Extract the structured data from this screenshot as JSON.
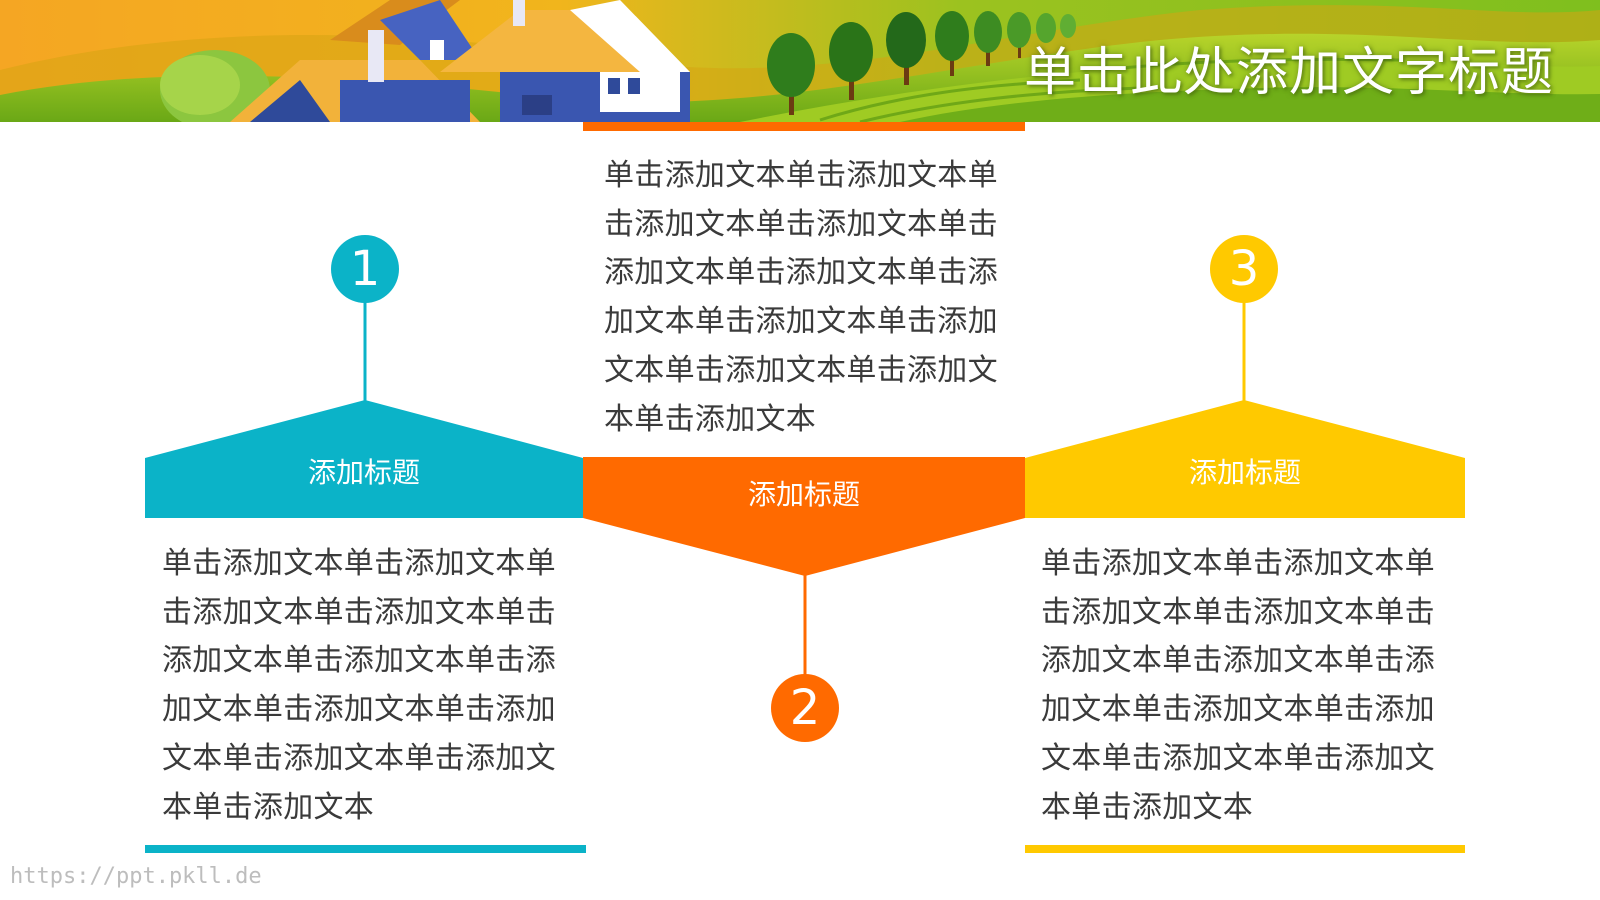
{
  "slide": {
    "title": "单击此处添加文字标题",
    "footer_url": "https://ppt.pkll.de"
  },
  "colors": {
    "teal": "#0BB3C8",
    "orange": "#FF6A00",
    "yellow": "#FFC900",
    "text": "#3A3A3A"
  },
  "items": [
    {
      "number": "1",
      "heading": "添加标题",
      "body": "单击添加文本单击添加文本单击添加文本单击添加文本单击添加文本单击添加文本单击添加文本单击添加文本单击添加文本单击添加文本单击添加文本单击添加文本"
    },
    {
      "number": "2",
      "heading": "添加标题",
      "body": "单击添加文本单击添加文本单击添加文本单击添加文本单击添加文本单击添加文本单击添加文本单击添加文本单击添加文本单击添加文本单击添加文本单击添加文本"
    },
    {
      "number": "3",
      "heading": "添加标题",
      "body": "单击添加文本单击添加文本单击添加文本单击添加文本单击添加文本单击添加文本单击添加文本单击添加文本单击添加文本单击添加文本单击添加文本单击添加文本"
    }
  ]
}
